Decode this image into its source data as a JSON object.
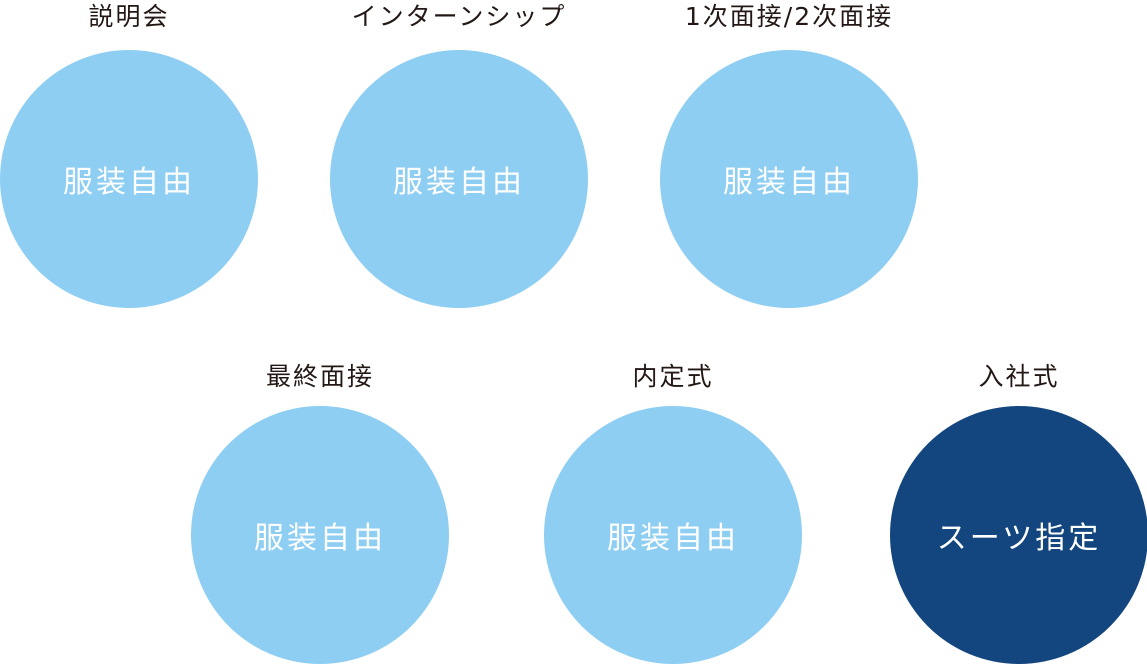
{
  "stages": [
    {
      "label": "説明会",
      "dress_code": "服装自由",
      "color": "#8ecef2"
    },
    {
      "label": "インターンシップ",
      "dress_code": "服装自由",
      "color": "#8ecef2"
    },
    {
      "label": "1次面接/2次面接",
      "dress_code": "服装自由",
      "color": "#8ecef2"
    },
    {
      "label": "最終面接",
      "dress_code": "服装自由",
      "color": "#8ecef2"
    },
    {
      "label": "内定式",
      "dress_code": "服装自由",
      "color": "#8ecef2"
    },
    {
      "label": "入社式",
      "dress_code": "スーツ指定",
      "color": "#13467e"
    }
  ]
}
